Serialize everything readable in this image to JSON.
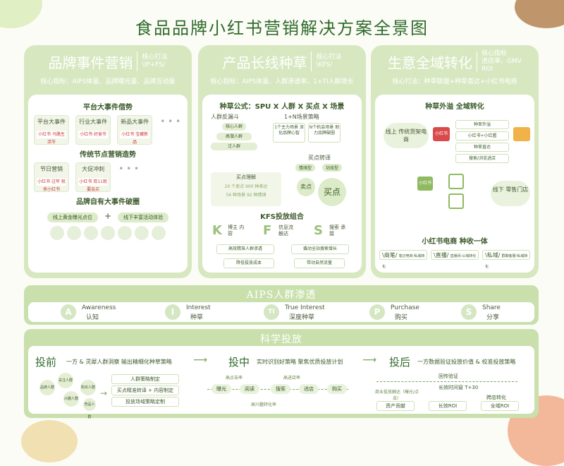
{
  "title": "食品品牌小红书营销解决方案全景图",
  "columns": [
    {
      "main": "品牌事件营销",
      "side1": "核心打法",
      "side2": "\\IP+FS/",
      "metric": "核心指标：AIPS体量、品牌曝光量、品牌互动量",
      "sub1": "平台大事件借势",
      "cards1": [
        {
          "label": "平台大事件",
          "logo": "小红书 马路生活节"
        },
        {
          "label": "行业大事件",
          "logo": "小红书 好食节"
        },
        {
          "label": "新品大事件",
          "logo": "小红书 宝藏新品"
        }
      ],
      "sub2": "传统节点营销造势",
      "cards2": [
        {
          "label": "节日营销",
          "logo": "小红书 过年 就来小红书"
        },
        {
          "label": "大促冲刺",
          "logo": "小红书 双11就要会买"
        }
      ],
      "sub3": "品牌自有大事件破圈",
      "pill1": "线上黄金曝光点位",
      "pill2": "线下丰富活动体验",
      "plus": "+",
      "dots": "• • •"
    },
    {
      "main": "产品长线种草",
      "side1": "核心打法",
      "side2": "\\KFS/",
      "metric": "核心指标：AIPS体量、人群渗透率、1+TI人群增长",
      "formula": "种草公式：SPU X 人群 X 买点 X 场景",
      "funnel_title": "人群反漏斗",
      "funnel": [
        "核心人群",
        "高潜人群",
        "泛人群"
      ],
      "strategy_title": "1+N场景策略",
      "strategy": [
        "1个主力场景 深化品牌心智",
        "N个机会场景 助力品牌破圈"
      ],
      "turn_title": "买点转译",
      "turn_tags": [
        "情绪型",
        "功效型"
      ],
      "buy_small": "卖点",
      "buy_big": "买点",
      "understand_title": "买点理解",
      "understand_rows": [
        "20 个卖点  900 种表达",
        "56 种场景  92 种情绪"
      ],
      "kfs_title": "KFS投放组合",
      "kfs": [
        {
          "letter": "K",
          "text": "博主 内容"
        },
        {
          "letter": "F",
          "text": "信息流 触达"
        },
        {
          "letter": "S",
          "text": "搜索 承接"
        }
      ],
      "kfs_flow": [
        "高效精准人群渗透",
        "撬动全站搜索增长",
        "降低投放成本",
        "带动自然流量"
      ]
    },
    {
      "main": "生意全域转化",
      "side1": "核心指标",
      "side2": "进店率、GMV",
      "side3": "ROI",
      "metric": "核心打法：种草联盟+种草直达+小红书电商",
      "sub1": "种草外溢  全域转化",
      "online": "线上 传统货架电商",
      "offline": "线下 零售门店",
      "sub2": "小红书电商   种收一体",
      "tags": [
        {
          "k": "\\商笔/",
          "v": "笔记电商-私域转化"
        },
        {
          "k": "\\直播/",
          "v": "直播间-公域转化"
        },
        {
          "k": "\\私域/",
          "v": "群聊客服-私域转化"
        }
      ],
      "mini_labels": [
        "种草外溢",
        "小红书+小红盟",
        "种草直达",
        "搜索/浏览进店"
      ]
    }
  ],
  "aips": {
    "title": "AIPS人群渗透",
    "items": [
      {
        "letter": "A",
        "en": "Awareness",
        "cn": "认知"
      },
      {
        "letter": "I",
        "en": "Interest",
        "cn": "种草"
      },
      {
        "letter": "TI",
        "en": "True Interest",
        "cn": "深度种草"
      },
      {
        "letter": "P",
        "en": "Purchase",
        "cn": "购买"
      },
      {
        "letter": "S",
        "en": "Share",
        "cn": "分享"
      }
    ]
  },
  "science": {
    "title": "科学投放",
    "stages": [
      {
        "title": "投前",
        "desc": "一方 & 灵犀人群洞察 输出精细化种草策略"
      },
      {
        "title": "投中",
        "desc": "实时识别好策略 聚焦优质投放计划"
      },
      {
        "title": "投后",
        "desc": "一方数据验证投放价值 & 校准投放策略"
      }
    ],
    "pre_boxes": [
      "人群策略制定",
      "买点精准转译 + 内容制定",
      "投放场域策略定制"
    ],
    "pre_circles": [
      "品牌人群",
      "关注人群",
      "兴趣人群",
      "购买人群",
      "竞品人群"
    ],
    "mid_nodes": [
      "曝光",
      "阅读",
      "搜索",
      "进店",
      "购买"
    ],
    "mid_labels": [
      "高点击率",
      "高进店率",
      "高兴趣转化率"
    ],
    "post_top": "回传验证",
    "post_left": "商业投放触达（曝光/点击）",
    "post_mid": "长效时间窗 T+30",
    "post_right": "跨店转化",
    "post_boxes": [
      "资产贡献",
      "长效ROI",
      "全域ROI"
    ]
  }
}
